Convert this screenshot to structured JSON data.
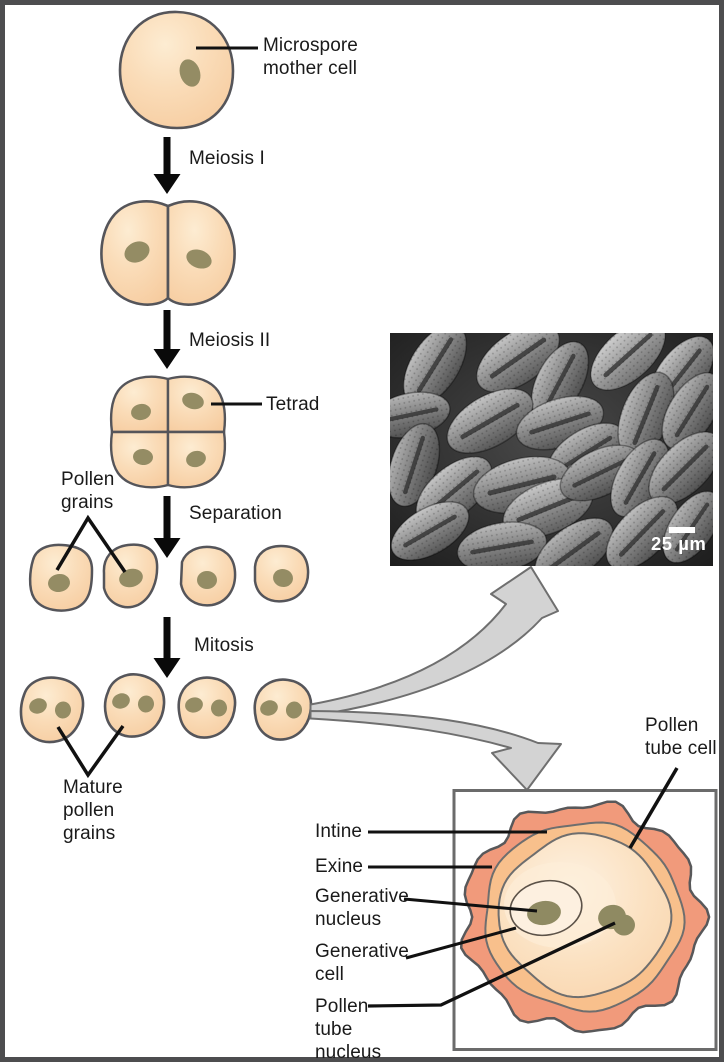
{
  "flow_labels": {
    "microspore_mother_cell": "Microspore\nmother cell",
    "meiosis_i": "Meiosis I",
    "meiosis_ii": "Meiosis II",
    "tetrad": "Tetrad",
    "pollen_grains": "Pollen\ngrains",
    "separation": "Separation",
    "mitosis": "Mitosis",
    "mature_pollen_grains": "Mature\npollen\ngrains"
  },
  "micrograph": {
    "scale_label": "25 µm"
  },
  "detail_labels": {
    "pollen_tube_cell": "Pollen\ntube cell",
    "intine": "Intine",
    "exine": "Exine",
    "generative_nucleus": "Generative\nnucleus",
    "generative_cell": "Generative\ncell",
    "pollen_tube_nucleus": "Pollen\ntube\nnucleus"
  },
  "colors": {
    "cell_fill": "#f8d1a7",
    "cell_highlight": "#fce8cb",
    "cell_outline": "#55555a",
    "nucleus": "#948c64",
    "exine": "#f19a7b",
    "intine": "#f8c08c",
    "cell_interior": "#fbddbb",
    "leader_line": "#111111",
    "straight_arrow": "#0a0a0a",
    "curved_arrow_fill": "#d3d3d3",
    "curved_arrow_stroke": "#6f6f6f",
    "frame": "#4d4d4f",
    "micrograph_background": "#222222"
  }
}
